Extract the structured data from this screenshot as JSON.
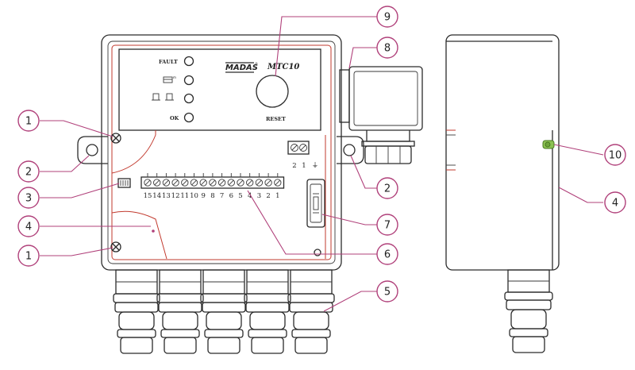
{
  "device": {
    "brand": "MADAS",
    "trademark": "®",
    "model": "MTC10",
    "reset_label": "RESET",
    "panel_labels": {
      "fault": "FAULT",
      "ok": "OK"
    },
    "terminals_main": [
      "15",
      "14",
      "13",
      "12",
      "11",
      "10",
      "9",
      "8",
      "7",
      "6",
      "5",
      "4",
      "3",
      "2",
      "1"
    ],
    "terminals_aux": [
      "2",
      "1"
    ],
    "aux_ground_symbol": "⏚"
  },
  "callouts": [
    {
      "id": "c1a",
      "number": "1"
    },
    {
      "id": "c2a",
      "number": "2"
    },
    {
      "id": "c3",
      "number": "3"
    },
    {
      "id": "c4a",
      "number": "4"
    },
    {
      "id": "c1b",
      "number": "1"
    },
    {
      "id": "c9",
      "number": "9"
    },
    {
      "id": "c8",
      "number": "8"
    },
    {
      "id": "c2b",
      "number": "2"
    },
    {
      "id": "c7",
      "number": "7"
    },
    {
      "id": "c6",
      "number": "6"
    },
    {
      "id": "c5",
      "number": "5"
    },
    {
      "id": "c10",
      "number": "10"
    },
    {
      "id": "c4b",
      "number": "4"
    }
  ],
  "colors": {
    "outline": "#2b2b2b",
    "inner_red": "#c23a2e",
    "callout_ring": "#b0407a",
    "screw_green": "#6fa63b"
  }
}
